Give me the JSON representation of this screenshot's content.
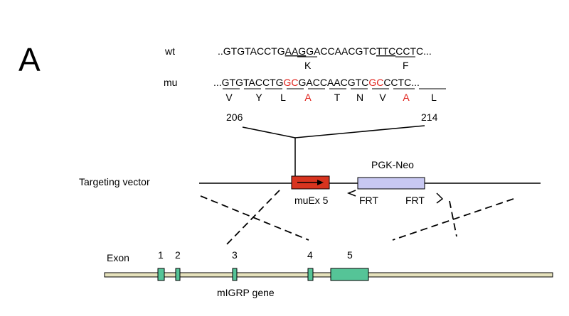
{
  "panel_label": "A",
  "wt": {
    "label": "wt",
    "prefix": "..GTGTACCTG",
    "codon1": "AAG",
    "middle": "GACCAACGTC",
    "codon2": "TTC",
    "suffix": "CCTC...",
    "aa1": "K",
    "aa2": "F"
  },
  "mu": {
    "label": "mu",
    "prefix": "...GTGTACCTG",
    "codon1": "GC",
    "middle": "GACCAACGTC",
    "codon2": "GC",
    "suffix": "CCTC...",
    "amino_acids": [
      "V",
      "Y",
      "L",
      "A",
      "T",
      "N",
      "V",
      "A",
      "L"
    ],
    "mutated_aa_color": "#e0201a"
  },
  "positions": {
    "start": "206",
    "end": "214"
  },
  "targeting_vector": {
    "label": "Targeting vector",
    "neo_label": "PGK-Neo",
    "exon_label": "muEx 5",
    "frt1": "FRT",
    "frt2": "FRT",
    "exon_color": "#d8341f",
    "neo_color": "#c8c8f2"
  },
  "gene": {
    "label": "Exon",
    "name": "mIGRP gene",
    "exons": [
      "1",
      "2",
      "3",
      "4",
      "5"
    ],
    "exon_color": "#55c497",
    "line_color": "#e6e2bc"
  }
}
